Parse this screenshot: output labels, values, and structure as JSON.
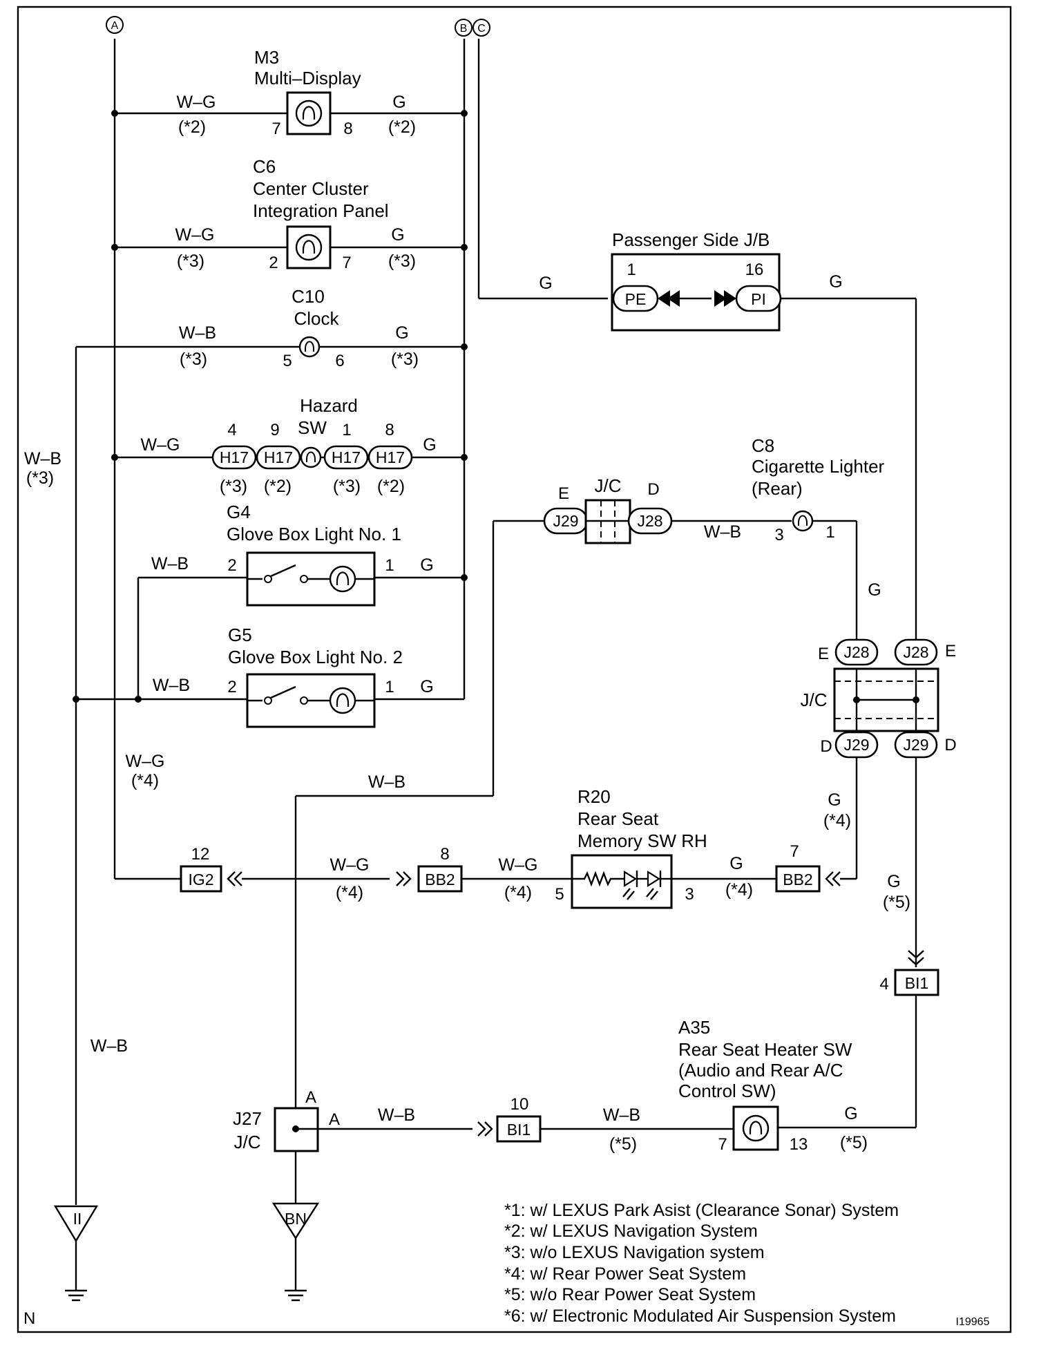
{
  "buses": {
    "a": "A",
    "b": "B",
    "c": "C"
  },
  "m3": {
    "code": "M3",
    "name": "Multi–Display",
    "left_wire": "W–G",
    "left_note": "(*2)",
    "pin_l": "7",
    "pin_r": "8",
    "right_wire": "G",
    "right_note": "(*2)"
  },
  "c6": {
    "code": "C6",
    "name1": "Center Cluster",
    "name2": "Integration Panel",
    "left_wire": "W–G",
    "left_note": "(*3)",
    "pin_l": "2",
    "pin_r": "7",
    "right_wire": "G",
    "right_note": "(*3)"
  },
  "c10": {
    "code": "C10",
    "name": "Clock",
    "left_wire": "W–B",
    "left_note": "(*3)",
    "pin_l": "5",
    "pin_r": "6",
    "right_wire": "G",
    "right_note": "(*3)"
  },
  "hazard": {
    "name1": "Hazard",
    "name2": "SW",
    "left_wire": "W–G",
    "right_wire": "G",
    "conn": "H17",
    "pins": [
      "4",
      "9",
      "1",
      "8"
    ],
    "notes": [
      "(*3)",
      "(*2)",
      "(*3)",
      "(*2)"
    ]
  },
  "g4": {
    "code": "G4",
    "name": "Glove Box Light No. 1",
    "left_wire": "W–B",
    "pin_l": "2",
    "pin_r": "1",
    "right_wire": "G"
  },
  "g5": {
    "code": "G5",
    "name": "Glove Box Light No. 2",
    "left_wire": "W–B",
    "pin_l": "2",
    "pin_r": "1",
    "right_wire": "G"
  },
  "left_wire": {
    "wire": "W–B",
    "note": "(*3)"
  },
  "a_bus_lower": {
    "wire": "W–G",
    "note": "(*4)"
  },
  "ground_left_wire": "W–B",
  "pjb": {
    "name": "Passenger Side J/B",
    "pin_l": "1",
    "pin_r": "16",
    "conn_l": "PE",
    "conn_r": "PI",
    "wire_in": "G",
    "wire_out": "G"
  },
  "jc_top": {
    "label": "J/C",
    "left_pin": "E",
    "right_pin": "D",
    "conn_l": "J29",
    "conn_r": "J28",
    "wire_out": "W–B"
  },
  "c8": {
    "code": "C8",
    "name1": "Cigarette Lighter",
    "name2": "(Rear)",
    "pin_l": "3",
    "pin_r": "1",
    "wire_down": "G"
  },
  "jc_right": {
    "label": "J/C",
    "top_conn": "J28",
    "bottom_conn": "J29",
    "top_pin": "E",
    "bottom_pin": "D"
  },
  "wb_upper": "W–B",
  "r20": {
    "code": "R20",
    "name1": "Rear Seat",
    "name2": "Memory SW RH",
    "pin_l": "5",
    "pin_r": "3"
  },
  "ig2": {
    "pin": "12",
    "conn": "IG2"
  },
  "bb2_left": {
    "pin": "8",
    "conn": "BB2",
    "wire_in": "W–G",
    "note_in": "(*4)",
    "wire_out": "W–G",
    "note_out": "(*4)"
  },
  "bb2_right": {
    "pin": "7",
    "conn": "BB2",
    "wire_in": "G",
    "note_in": "(*4)"
  },
  "jc_right_down": {
    "wire": "G",
    "note": "(*4)"
  },
  "bi1_right": {
    "pin": "4",
    "conn": "BI1",
    "wire": "G",
    "note": "(*5)"
  },
  "a35": {
    "code": "A35",
    "name1": "Rear Seat Heater SW",
    "name2": "(Audio and Rear A/C",
    "name3": "Control SW)",
    "pin_l": "7",
    "pin_r": "13",
    "wire_out": "G",
    "note_out": "(*5)"
  },
  "j27": {
    "code": "J27",
    "label": "J/C",
    "pin_top": "A",
    "pin_right": "A",
    "wire_out": "W–B"
  },
  "bi1_left": {
    "pin": "10",
    "conn": "BI1",
    "wire_out": "W–B",
    "note_out": "(*5)"
  },
  "grounds": {
    "left": "II",
    "mid": "BN"
  },
  "notes": [
    "*1: w/ LEXUS Park Asist (Clearance Sonar) System",
    "*2: w/ LEXUS Navigation System",
    "*3: w/o LEXUS Navigation system",
    "*4: w/ Rear Power Seat System",
    "*5: w/o Rear Power Seat System",
    "*6: w/ Electronic Modulated Air Suspension System"
  ],
  "corner_left": "N",
  "figure_id": "I19965"
}
